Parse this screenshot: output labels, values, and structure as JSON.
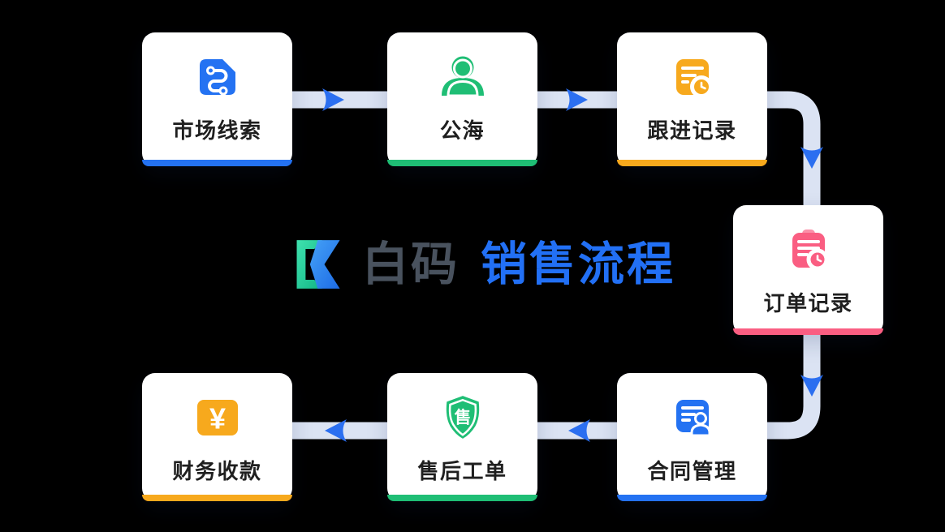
{
  "canvas": {
    "background": "#000000"
  },
  "logo": {
    "brand_text": "白码",
    "brand_color": "#49525E",
    "title_text": "销售流程",
    "title_color": "#2270F5"
  },
  "colors": {
    "blue": "#2472F2",
    "green": "#1FBE75",
    "yellow": "#F7A91D",
    "pink": "#FA5E82",
    "pink_light": "#FB90A9",
    "connector": "#DBE3F3",
    "arrow": "#2B6FF0",
    "label": "#1F1F1F",
    "logo_teal": "#1FC895",
    "logo_blue": "#2B82EF"
  },
  "nodes": [
    {
      "id": "market-leads",
      "label": "市场线索",
      "accent": "blue",
      "icon": "route-file-icon"
    },
    {
      "id": "public-pool",
      "label": "公海",
      "accent": "green",
      "icon": "users-icon"
    },
    {
      "id": "follow-up",
      "label": "跟进记录",
      "accent": "yellow",
      "icon": "doc-clock-icon"
    },
    {
      "id": "order-records",
      "label": "订单记录",
      "accent": "pink",
      "icon": "clipboard-clock-icon"
    },
    {
      "id": "contract-mgmt",
      "label": "合同管理",
      "accent": "blue",
      "icon": "doc-stamp-icon"
    },
    {
      "id": "after-sales",
      "label": "售后工单",
      "accent": "green",
      "icon": "shield-icon",
      "badge_char": "售"
    },
    {
      "id": "finance",
      "label": "财务收款",
      "accent": "yellow",
      "icon": "yuan-icon",
      "glyph": "¥"
    }
  ],
  "flow": [
    "market-leads",
    "public-pool",
    "follow-up",
    "order-records",
    "contract-mgmt",
    "after-sales",
    "finance"
  ]
}
